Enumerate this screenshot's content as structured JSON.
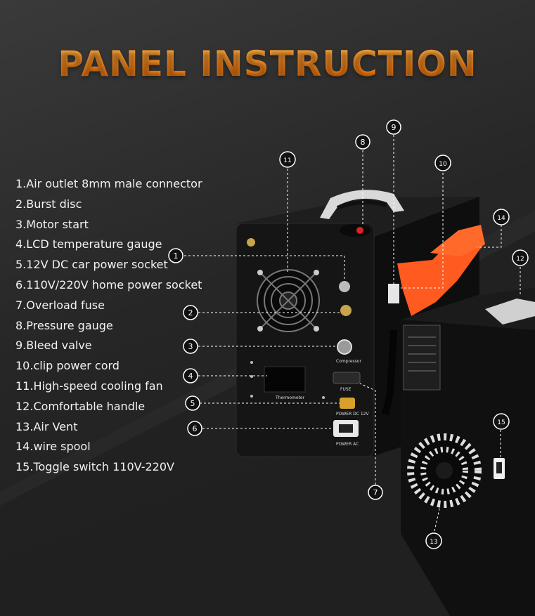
{
  "title": "PANEL INSTRUCTION",
  "legend": [
    "1.Air outlet 8mm male connector",
    "2.Burst disc",
    "3.Motor start",
    "4.LCD temperature gauge",
    "5.12V DC car power socket",
    "6.110V/220V home power socket",
    "7.Overload fuse",
    "8.Pressure gauge",
    "9.Bleed valve",
    "10.clip power cord",
    "11.High-speed cooling fan",
    "12.Comfortable handle",
    "13.Air Vent",
    "14.wire spool",
    "15.Toggle switch 110V-220V"
  ],
  "callouts": [
    "1",
    "2",
    "3",
    "4",
    "5",
    "6",
    "7",
    "8",
    "9",
    "10",
    "11",
    "12",
    "13",
    "14",
    "15"
  ],
  "panel_labels": {
    "thermometer": "Thermometer",
    "fuse": "FUSE",
    "power_dc": "POWER  DC 12V",
    "power_ac": "POWER AC",
    "compressor": "Compressor"
  },
  "colors": {
    "accent": "#ff8a1c",
    "clip": "#ff5a1f",
    "body": "#141414"
  }
}
